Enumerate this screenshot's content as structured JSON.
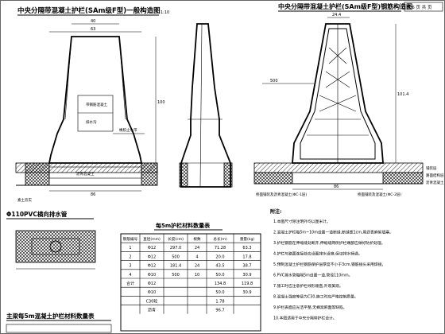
{
  "titles": {
    "left": "中央分隔带混凝土护栏(SAm级F型)一般构造图",
    "left_scale": "1:10",
    "right": "中央分隔带混凝土护栏(SAm级F型)钢筋构造图",
    "sheet": "第 6 页  共 页"
  },
  "left_view": {
    "dim_top": "40",
    "dim_width": "63",
    "dim_height": "100",
    "dim_base": "86",
    "label_a": "带钢筋混凝土",
    "label_b": "排水沟",
    "label_c": "橡胶止水带",
    "label_foot": "沥青混凝土",
    "label_bottom": "素土夯实"
  },
  "right_view": {
    "dim_top": "24.4",
    "dim_total": "101.4",
    "dim_base": "86",
    "dim_left": "500",
    "label_a": "铺装层",
    "label_b": "路面结构层",
    "label_c": "沥青混凝土",
    "bottom_left": "桥面铺装及沥青混凝土(ΦC-1层)",
    "bottom_right": "桥面铺装及混凝土(ΦC-2层)"
  },
  "drain": {
    "title": "Φ110PVC横向排水管"
  },
  "middle_table": {
    "title": "每5m护栏材料数量表",
    "headers": [
      "钢筋编号",
      "直径(mm)",
      "长度(cm)",
      "根数",
      "总长(m)",
      "重量(kg)"
    ],
    "rows": [
      [
        "1",
        "Φ12",
        "297.0",
        "24",
        "71.28",
        "63.3"
      ],
      [
        "2",
        "Φ12",
        "500",
        "4",
        "20.0",
        "17.8"
      ],
      [
        "3",
        "Φ12",
        "181.4",
        "24",
        "43.5",
        "38.7"
      ],
      [
        "4",
        "Φ10",
        "500",
        "10",
        "50.0",
        "30.9"
      ]
    ],
    "summary": [
      [
        "合计",
        "Φ12",
        "",
        "",
        "134.8",
        "119.8"
      ],
      [
        "",
        "Φ10",
        "",
        "",
        "50.0",
        "30.9"
      ],
      [
        "",
        "C30砼",
        "",
        "",
        "1.78",
        ""
      ],
      [
        "",
        "沥青",
        "",
        "",
        "96.7",
        ""
      ]
    ]
  },
  "notes": {
    "heading": "附注:",
    "lines": [
      "1.本图尺寸除注明外均以厘米计。",
      "2.混凝土护栏每5m~10m设置一道断缝,断缝宽1cm,用沥青麻絮填塞。",
      "3.护栏钢筋在伸缩缝处断开,伸缩缝两侧护栏端部应做好防护处理。",
      "4.护栏与路面连接处应设置排水设施,保证排水畅通。",
      "5.预制混凝土护栏钢筋保护层厚度不小于3cm,钢筋接头采用焊接。",
      "6.PVC排水管每隔5m设置一道,管径110mm。",
      "7.施工时应注意护栏线形顺直,外观美观。",
      "8.混凝土强度等级为C30,施工时应严格控制质量。",
      "9.护栏表面应光洁平整,无蜂窝麻面等缺陷。",
      "10.本图适用于中央分隔带护栏设计。"
    ]
  },
  "bottom_left": {
    "title": "主梁每5m混凝土护栏材料数量表"
  }
}
